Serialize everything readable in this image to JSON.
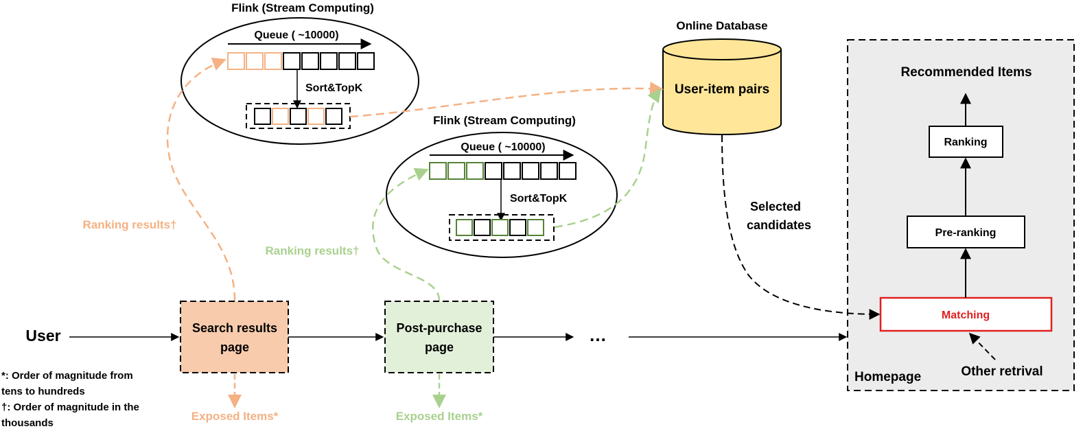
{
  "colors": {
    "orange": "#f4b183",
    "orange_fill": "#f8cbad",
    "green": "#a9d18e",
    "green_dark": "#548235",
    "green_fill": "#e2f0d9",
    "db_fill": "#ffe699",
    "red": "#e02020",
    "home_bg": "#ececec",
    "black": "#000000"
  },
  "flink_top": {
    "title": "Flink (Stream Computing)",
    "queue": "Queue ( ~10000)",
    "sort": "Sort&TopK"
  },
  "flink_mid": {
    "title": "Flink (Stream Computing)",
    "queue": "Queue ( ~10000)",
    "sort": "Sort&TopK"
  },
  "database": {
    "title": "Online Database",
    "content": "User-item pairs"
  },
  "selected_candidates": [
    "Selected",
    "candidates"
  ],
  "ranking_results_orange": "Ranking results†",
  "ranking_results_green": "Ranking results†",
  "user": "User",
  "search_page": [
    "Search results",
    "page"
  ],
  "post_purchase_page": [
    "Post-purchase",
    "page"
  ],
  "ellipsis": "…",
  "exposed_items_orange": "Exposed Items*",
  "exposed_items_green": "Exposed Items*",
  "footnotes": {
    "star": [
      "*: Order of magnitude from",
      "tens to hundreds"
    ],
    "dagger": [
      "†: Order of magnitude in the",
      "thousands"
    ]
  },
  "homepage": {
    "label": "Homepage",
    "recommended": "Recommended Items",
    "ranking": "Ranking",
    "preranking": "Pre-ranking",
    "matching": "Matching",
    "other": "Other retrival"
  }
}
